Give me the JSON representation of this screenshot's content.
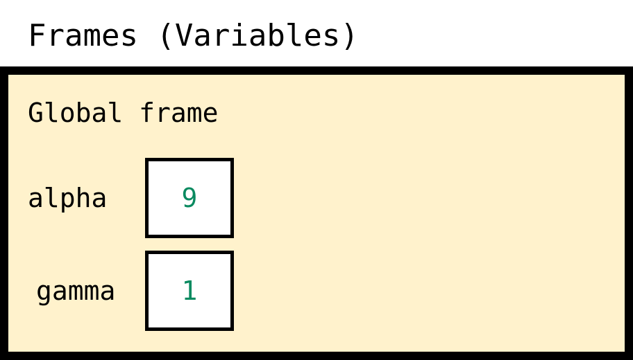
{
  "title": "Frames (Variables)",
  "frame": {
    "label": "Global frame",
    "variables": [
      {
        "name": "alpha",
        "value": "9"
      },
      {
        "name": "gamma",
        "value": "1"
      }
    ]
  },
  "colors": {
    "frame_background": "#fff2cc",
    "frame_border": "#000000",
    "value_text": "#0a8a60"
  }
}
